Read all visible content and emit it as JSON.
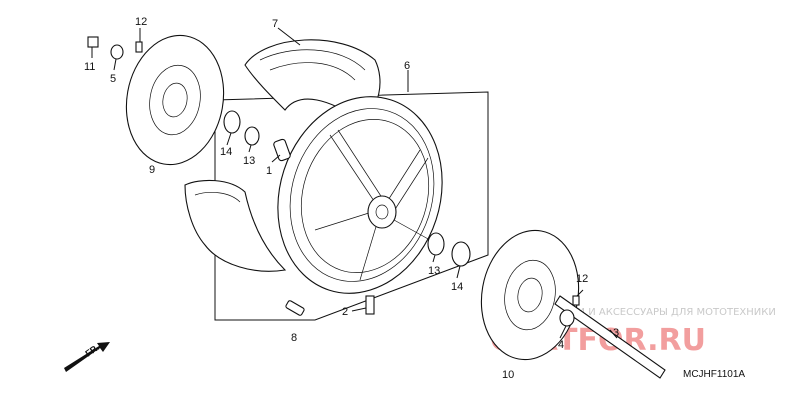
{
  "diagram": {
    "code": "MCJHF1101A",
    "direction_label": "FR.",
    "callouts": {
      "c1": "1",
      "c2": "2",
      "c3": "3",
      "c4": "4",
      "c5": "5",
      "c6": "6",
      "c7": "7",
      "c8": "8",
      "c9": "9",
      "c10": "10",
      "c11": "11",
      "c12a": "12",
      "c12b": "12",
      "c13a": "13",
      "c13b": "13",
      "c14a": "14",
      "c14b": "14"
    }
  },
  "watermark": {
    "subtitle": "ЗАПЧАСТИ И АКСЕССУАРЫ ДЛЯ МОТОТЕХНИКИ",
    "brand": "CARTFOR.RU"
  }
}
